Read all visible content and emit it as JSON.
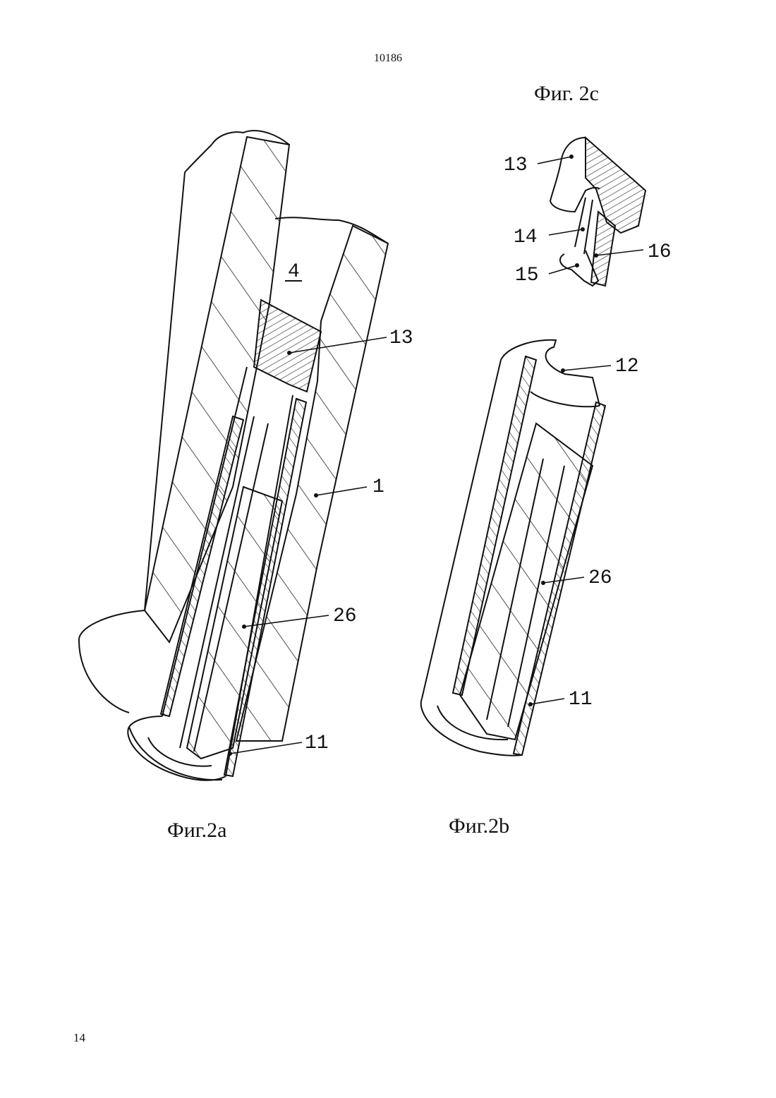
{
  "header": {
    "doc_number": "10186"
  },
  "footer": {
    "page_number": "14"
  },
  "figures": {
    "fig2a": {
      "caption": "Фиг.2a",
      "labels": {
        "chamber": "4",
        "insert": "13",
        "tube": "1",
        "core": "26",
        "sleeve": "11"
      }
    },
    "fig2b": {
      "caption": "Фиг.2b",
      "labels": {
        "rim": "12",
        "core": "26",
        "sleeve": "11"
      }
    },
    "fig2c": {
      "caption": "Фиг. 2c",
      "labels": {
        "insert": "13",
        "pin": "14",
        "tip": "15",
        "layer": "16"
      }
    }
  }
}
